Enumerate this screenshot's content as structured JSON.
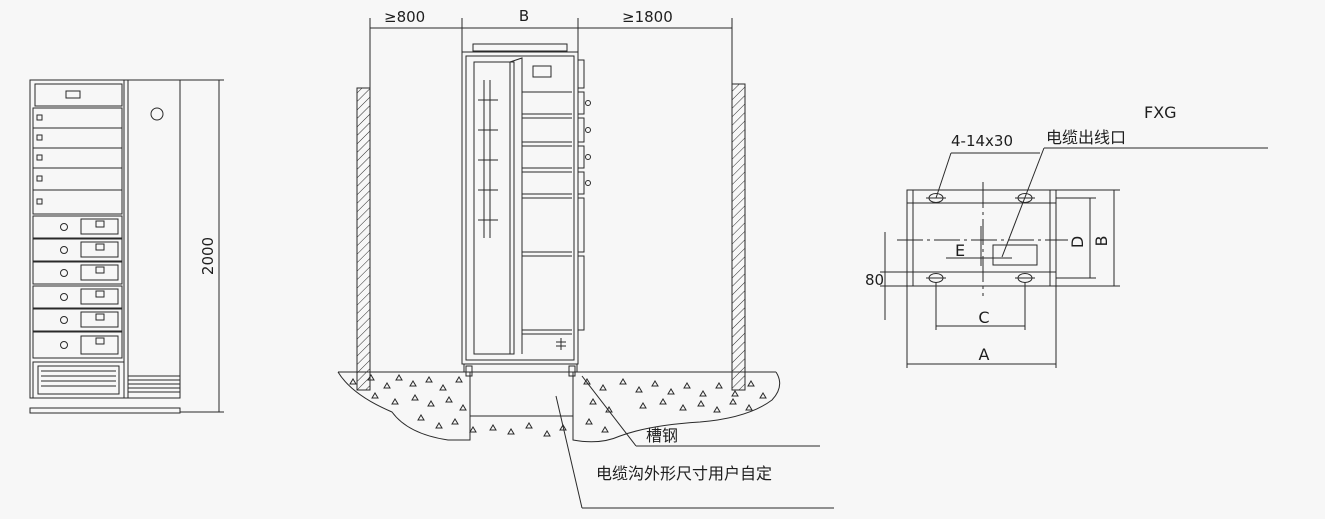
{
  "front_view": {
    "height_label": "2000"
  },
  "side_view": {
    "left_clearance": "≥800",
    "width_label": "B",
    "right_clearance": "≥1800",
    "channel_steel_label": "槽钢",
    "trench_note": "电缆沟外形尺寸用户自定"
  },
  "base_plan": {
    "model": "FXG",
    "holes_spec": "4-14x30",
    "cable_outlet_label": "电缆出线口",
    "dim_a": "A",
    "dim_b": "B",
    "dim_c": "C",
    "dim_d": "D",
    "dim_e": "E",
    "dim_80": "80"
  }
}
